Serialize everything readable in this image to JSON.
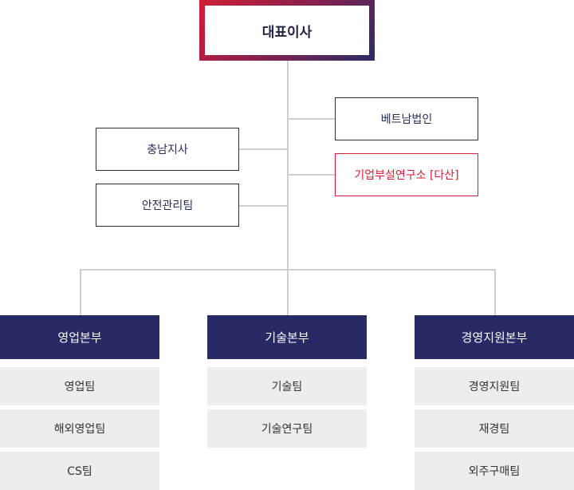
{
  "org": {
    "ceo": "대표이사",
    "right_offices": [
      "베트남법인",
      "기업부설연구소 [다산]"
    ],
    "left_offices": [
      "충남지사",
      "안전관리팀"
    ],
    "divisions": [
      {
        "name": "영업본부",
        "teams": [
          "영업팀",
          "해외영업팀",
          "CS팀"
        ]
      },
      {
        "name": "기술본부",
        "teams": [
          "기술팀",
          "기술연구팀"
        ]
      },
      {
        "name": "경영지원본부",
        "teams": [
          "경영지원팀",
          "재경팀",
          "외주구매팀"
        ]
      }
    ]
  },
  "colors": {
    "division_fill": "#282a66",
    "team_fill": "#ededed",
    "accent": "#d21f35",
    "line": "#cfcfcf"
  }
}
